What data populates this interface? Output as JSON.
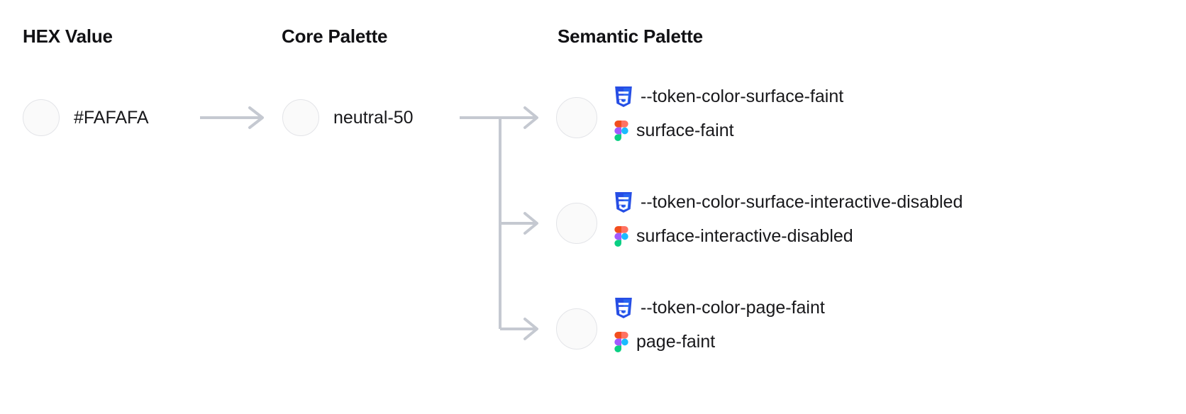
{
  "columns": [
    {
      "id": "hex",
      "title": "HEX Value"
    },
    {
      "id": "core",
      "title": "Core Palette"
    },
    {
      "id": "semantic",
      "title": "Semantic Palette"
    }
  ],
  "hex": {
    "value": "#FAFAFA",
    "swatch_color": "#FAFAFA"
  },
  "core": {
    "value": "neutral-50",
    "swatch_color": "#FAFAFA"
  },
  "semantic": {
    "items": [
      {
        "css_icon": "css3-icon",
        "css_token": "--token-color-surface-faint",
        "figma_icon": "figma-icon",
        "figma_token": "surface-faint",
        "swatch_color": "#FAFAFA"
      },
      {
        "css_icon": "css3-icon",
        "css_token": "--token-color-surface-interactive-disabled",
        "figma_icon": "figma-icon",
        "figma_token": "surface-interactive-disabled",
        "swatch_color": "#FAFAFA"
      },
      {
        "css_icon": "css3-icon",
        "css_token": "--token-color-page-faint",
        "figma_icon": "figma-icon",
        "figma_token": "page-faint",
        "swatch_color": "#FAFAFA"
      }
    ]
  },
  "theme": {
    "background": "#FFFFFF",
    "text": "#18181B",
    "swatch_fill": "#FAFAFA",
    "swatch_border": "#E3E4E8",
    "connector": "#C5C9D1",
    "css_icon_dark": "#264DE4",
    "css_icon_light": "#2965F1",
    "figma_orange": "#F24E1E",
    "figma_salmon": "#FF7262",
    "figma_purple": "#A259FF",
    "figma_cyan": "#1ABCFE",
    "figma_green": "#0ACF83"
  }
}
